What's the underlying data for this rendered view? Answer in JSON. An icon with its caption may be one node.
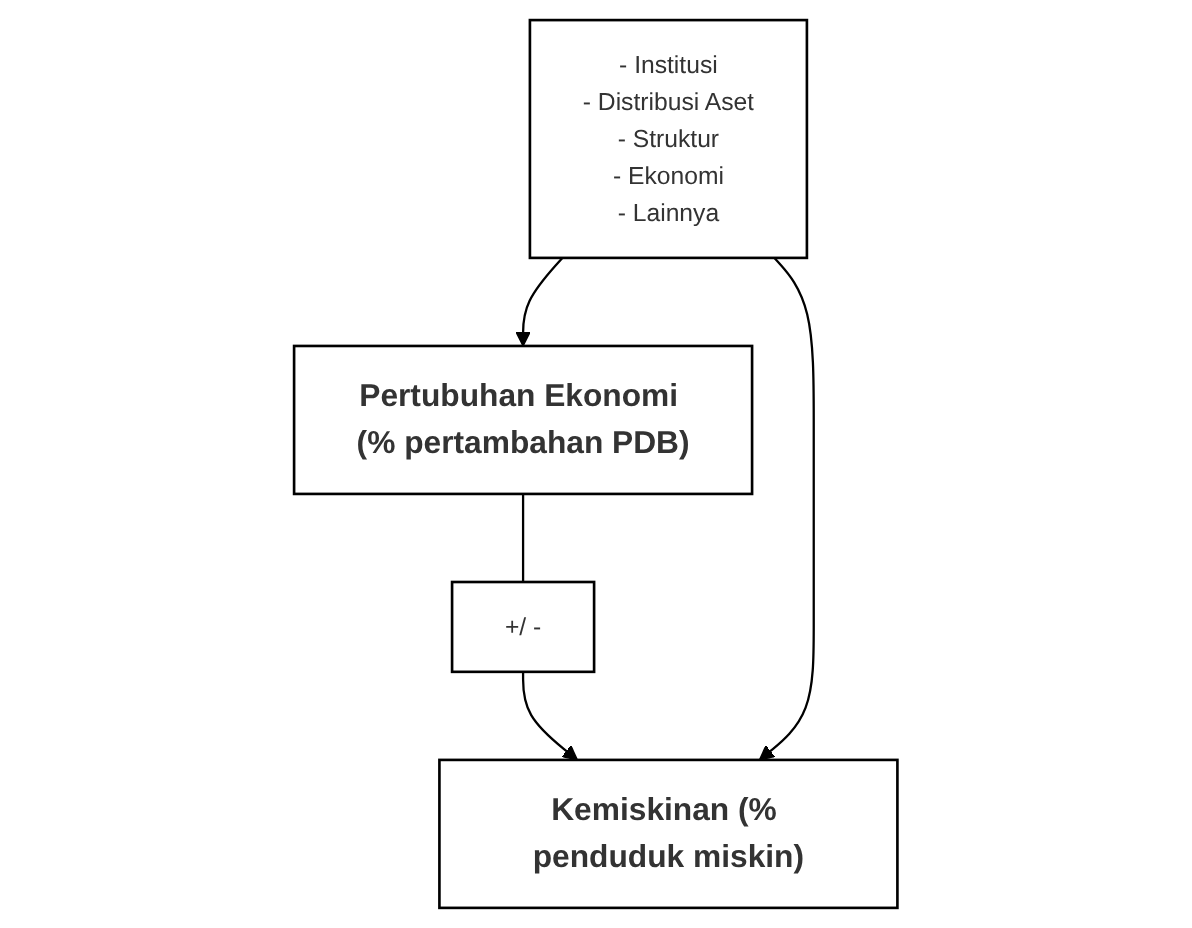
{
  "diagram": {
    "nodes": [
      {
        "text": [
          "Pertubuhan Ekonomi (% pertambahan PDB)"
        ]
      },
      {
        "text": [
          "+/ -"
        ]
      },
      {
        "text": [
          "- Institusi",
          "- Distribusi Aset",
          "- Struktur",
          "- Ekonomi",
          "- Lainnya"
        ]
      },
      {
        "text": [
          "Kemiskinan (% penduduk miskin)"
        ]
      }
    ],
    "edges": [
      {
        "from": 0,
        "to": 1,
        "arrow": "none"
      },
      {
        "from": 1,
        "to": 3,
        "arrow": "to"
      },
      {
        "from": 2,
        "to": 0,
        "arrow": "to"
      },
      {
        "from": 2,
        "to": 3,
        "arrow": "to"
      }
    ]
  }
}
